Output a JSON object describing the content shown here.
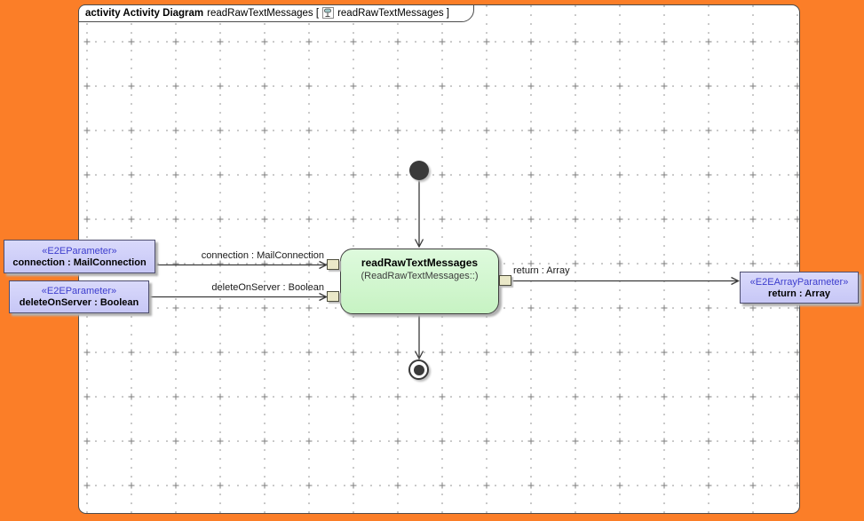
{
  "header": {
    "keyword": "activity Activity Diagram",
    "diagram_name": "readRawTextMessages [",
    "diagram_ref": "readRawTextMessages ]"
  },
  "activity": {
    "name": "readRawTextMessages",
    "qualified": "(ReadRawTextMessages::)"
  },
  "parameters": [
    {
      "stereotype": "«E2EParameter»",
      "label": "connection : MailConnection"
    },
    {
      "stereotype": "«E2EParameter»",
      "label": "deleteOnServer : Boolean"
    },
    {
      "stereotype": "«E2EArrayParameter»",
      "label": "return : Array"
    }
  ],
  "edge_labels": {
    "connection": "connection : MailConnection",
    "delete_on_server": "deleteOnServer : Boolean",
    "return_value": "return : Array"
  },
  "colors": {
    "backdrop_orange": "#fb7e28",
    "activity_fill": "#cdf6cb",
    "parameter_fill": "#ccccf8",
    "pin_fill": "#eae8c8",
    "stereotype_text": "#3c3ccd",
    "edge_stroke": "#3a3a3a",
    "grid_dot": "#8a8a8a"
  }
}
